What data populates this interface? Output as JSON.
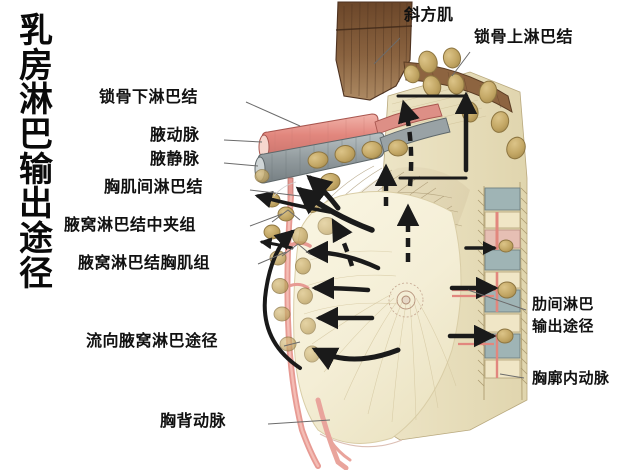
{
  "figure": {
    "title_vertical": "乳房淋巴输出途径",
    "title_chars": [
      "乳",
      "房",
      "淋",
      "巴",
      "输",
      "出",
      "途",
      "径"
    ],
    "background_color": "#ffffff",
    "text_color": "#111111"
  },
  "labels": {
    "trapezius": "斜方肌",
    "supraclavicular_nodes": "锁骨上淋巴结",
    "subclavicular_nodes": "锁骨下淋巴结",
    "axillary_artery": "腋动脉",
    "axillary_vein": "腋静脉",
    "interpectoral_nodes": "胸肌间淋巴结",
    "axillary_central_group": "腋窝淋巴结中夹组",
    "axillary_pectoral_group": "腋窝淋巴结胸肌组",
    "flow_to_axillary": "流向腋窝淋巴途径",
    "intercostal_outflow_line1": "肋间淋巴",
    "intercostal_outflow_line2": "输出途径",
    "internal_thoracic_artery": "胸廓内动脉",
    "thoracodorsal_artery": "胸背动脉"
  },
  "anatomy": {
    "colors": {
      "artery_pink": "#e79a93",
      "artery_pink_light": "#f0b6ae",
      "vein_gray": "#9aa3a6",
      "vein_gray_dark": "#7d878b",
      "muscle_brown": "#7a5438",
      "muscle_brown_light": "#a07a55",
      "lymph_node_tan": "#c8ad6e",
      "lymph_node_tan_dark": "#a98f52",
      "breast_cream": "#f3edd8",
      "breast_cream_light": "#faf6e6",
      "chest_wall_tan": "#e6dcbb",
      "rib_blue_gray": "#9fb4b5",
      "rib_tan": "#ddd2ae",
      "arrow_black": "#1a1a1a",
      "leader_gray": "#6b6b6b",
      "skin_outline_pink": "#e8a9a2"
    },
    "lymph_nodes_supraclavicular_count": 9,
    "lymph_nodes_axillary_chain_count": 12,
    "arrows_solid_count": 9,
    "arrows_dashed_count": 3
  }
}
